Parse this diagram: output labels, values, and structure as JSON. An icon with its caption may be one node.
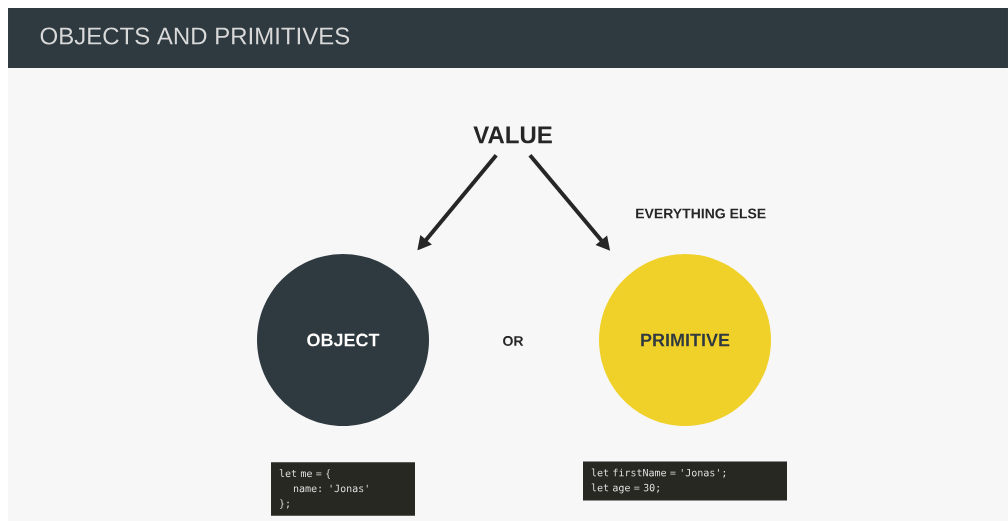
{
  "diagram": {
    "title": "OBJECTS AND PRIMITIVES",
    "nodes": [
      {
        "text": [
          "VALUE"
        ]
      },
      {
        "text": [
          "OBJECT"
        ]
      },
      {
        "text": [
          "PRIMITIVE"
        ]
      },
      {
        "text": [
          "let me = {",
          "name: 'Jonas'",
          "};"
        ]
      },
      {
        "text": [
          "let firstName = 'Jonas';",
          "let age = 30;"
        ]
      }
    ],
    "edges": [
      {
        "from": 0,
        "to": 1,
        "arrow": "to"
      },
      {
        "from": 0,
        "to": 2,
        "arrow": "to",
        "label": "EVERYTHING ELSE"
      }
    ],
    "labels": [
      "OR"
    ]
  }
}
